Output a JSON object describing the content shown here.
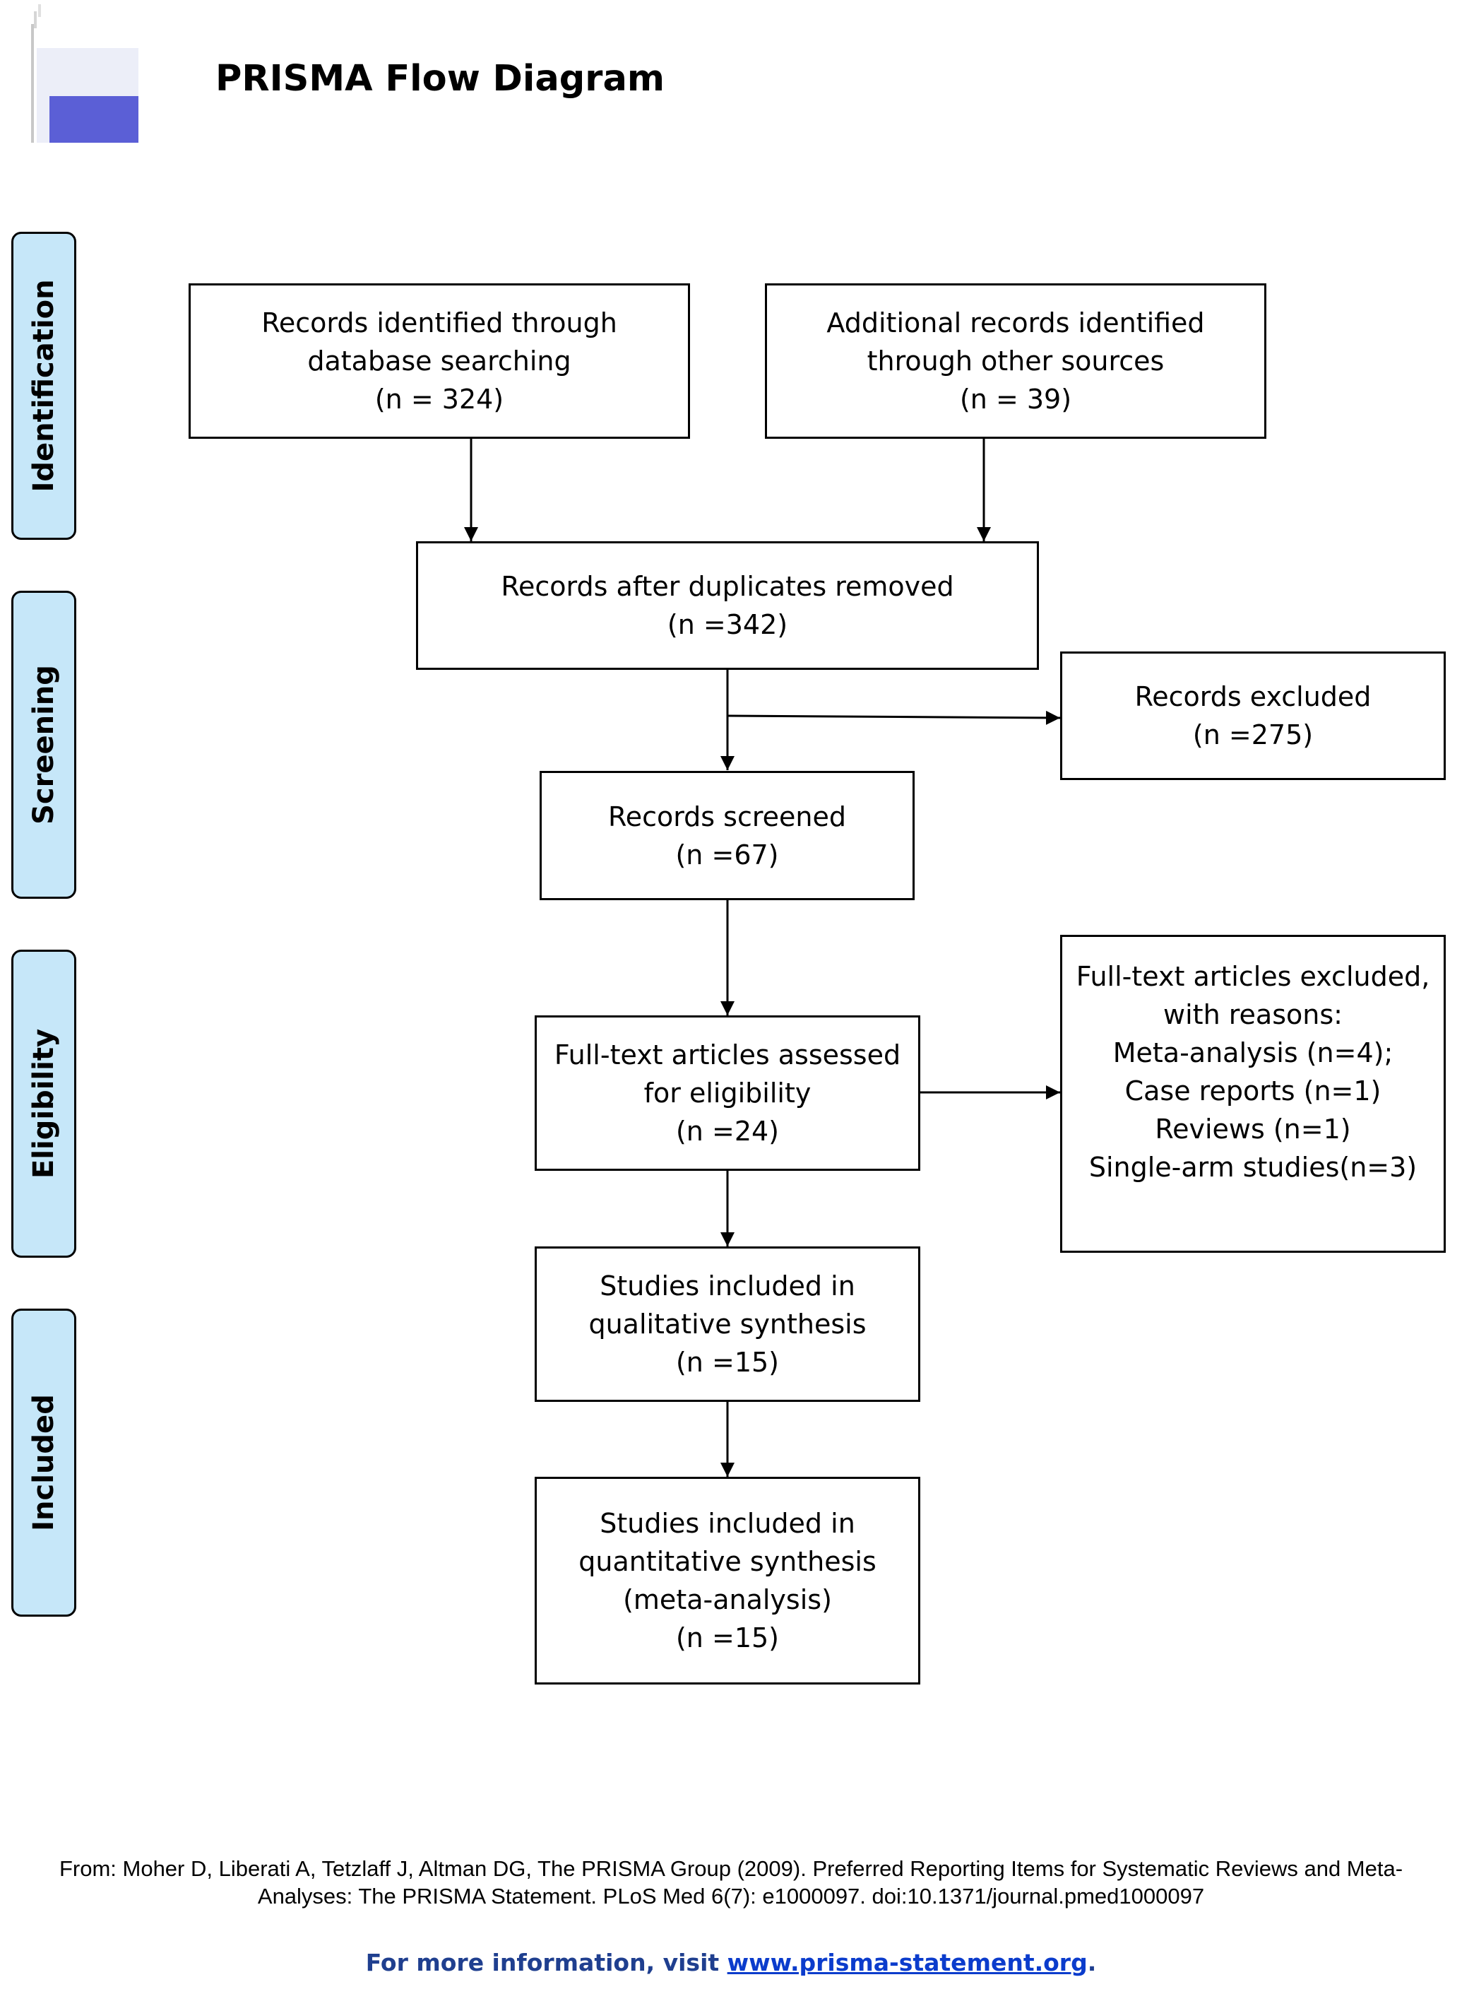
{
  "header": {
    "title": "PRISMA Flow Diagram"
  },
  "colors": {
    "phase_fill": "#c6e7f9",
    "logo_fill": "#5b5fd6",
    "link_blue": "#0b3ccc",
    "info_text": "#1f3f8f"
  },
  "phases": [
    {
      "id": "identification",
      "label": "Identification"
    },
    {
      "id": "screening",
      "label": "Screening"
    },
    {
      "id": "eligibility",
      "label": "Eligibility"
    },
    {
      "id": "included",
      "label": "Included"
    }
  ],
  "nodes": [
    {
      "id": "db-records",
      "lines": [
        "Records identified through",
        "database searching",
        "(n = 324)"
      ]
    },
    {
      "id": "other-records",
      "lines": [
        "Additional records identified",
        "through other sources",
        "(n = 39)"
      ]
    },
    {
      "id": "dedup",
      "lines": [
        "Records after duplicates removed",
        "(n =342)"
      ]
    },
    {
      "id": "excluded",
      "lines": [
        "Records excluded",
        "(n =275)"
      ]
    },
    {
      "id": "screened",
      "lines": [
        "Records screened",
        "(n =67)"
      ]
    },
    {
      "id": "fulltext",
      "lines": [
        "Full-text articles assessed",
        "for eligibility",
        "(n =24)"
      ]
    },
    {
      "id": "fulltext-excluded",
      "lines": [
        "Full-text articles excluded,",
        "with reasons:",
        "Meta-analysis (n=4);",
        "Case reports (n=1)",
        "Reviews (n=1)",
        "Single-arm studies(n=3)"
      ]
    },
    {
      "id": "qualitative",
      "lines": [
        "Studies included in",
        "qualitative synthesis",
        "(n =15)"
      ]
    },
    {
      "id": "quantitative",
      "lines": [
        "Studies included in",
        "quantitative synthesis",
        "(meta-analysis)",
        "(n =15)"
      ]
    }
  ],
  "edges": [
    {
      "from": "db-records",
      "to": "dedup"
    },
    {
      "from": "other-records",
      "to": "dedup"
    },
    {
      "from": "dedup",
      "to": "screened"
    },
    {
      "from": "dedup",
      "to": "excluded"
    },
    {
      "from": "screened",
      "to": "fulltext"
    },
    {
      "from": "fulltext",
      "to": "fulltext-excluded"
    },
    {
      "from": "fulltext",
      "to": "qualitative"
    },
    {
      "from": "qualitative",
      "to": "quantitative"
    }
  ],
  "footer": {
    "citation_line1": "From:  Moher D, Liberati A, Tetzlaff J, Altman DG, The PRISMA Group (2009). Preferred Reporting Items for Systematic Reviews and Meta-",
    "citation_line2": "Analyses: The PRISMA Statement. PLoS Med 6(7): e1000097. doi:10.1371/journal.pmed1000097",
    "info_prefix": "For more information, visit ",
    "info_link": "www.prisma-statement.org",
    "info_suffix": "."
  }
}
